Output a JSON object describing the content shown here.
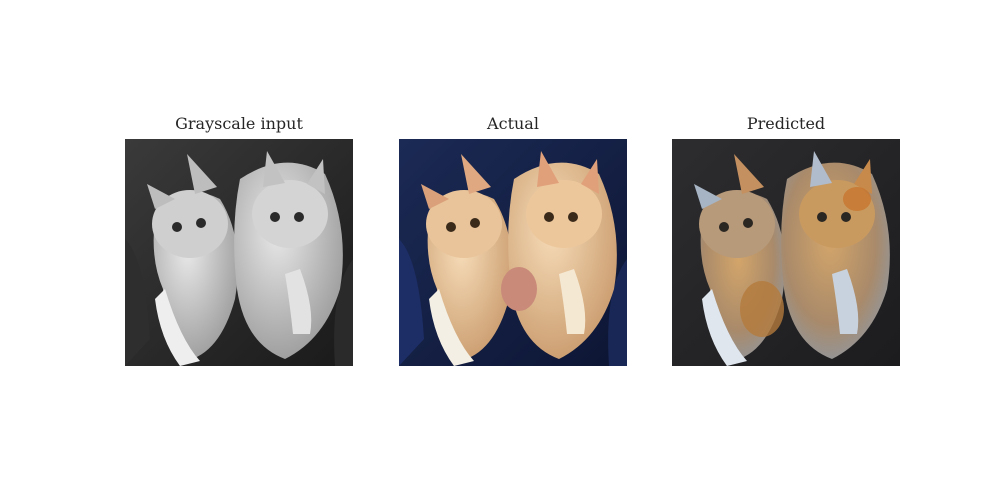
{
  "panels": [
    {
      "title": "Grayscale input",
      "mode": "grayscale"
    },
    {
      "title": "Actual",
      "mode": "color"
    },
    {
      "title": "Predicted",
      "mode": "predicted"
    }
  ],
  "colors": {
    "background": "#ffffff",
    "title_text": "#262626"
  }
}
